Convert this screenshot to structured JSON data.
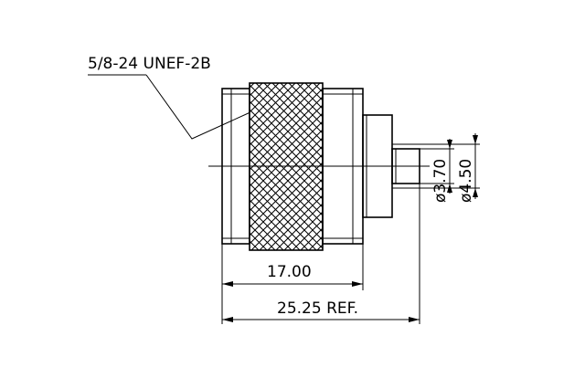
{
  "thread_callout": "5/8-24 UNEF-2B",
  "dimensions": {
    "length_body": "17.00",
    "length_overall": "25.25 REF.",
    "pin_diameter": "ø3.70",
    "insulator_diameter": "ø4.50"
  }
}
